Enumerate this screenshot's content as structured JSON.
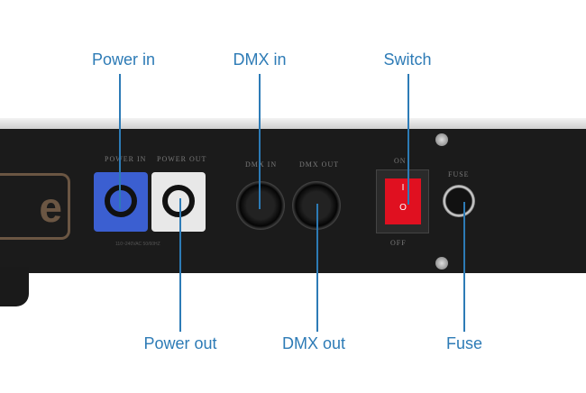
{
  "callouts": {
    "power_in": "Power in",
    "dmx_in": "DMX in",
    "switch": "Switch",
    "power_out": "Power out",
    "dmx_out": "DMX out",
    "fuse": "Fuse"
  },
  "panel_text": {
    "power_in": "POWER IN",
    "power_out": "POWER OUT",
    "voltage": "110~240VAC 50/60HZ",
    "dmx_in": "DMX IN",
    "dmx_out": "DMX OUT",
    "on": "ON",
    "off": "OFF",
    "fuse": "FUSE",
    "switch_on_mark": "I",
    "switch_off_mark": "O"
  },
  "colors": {
    "callout": "#2d7bb6",
    "power_in": "#3b5fd1",
    "switch": "#e01020"
  }
}
